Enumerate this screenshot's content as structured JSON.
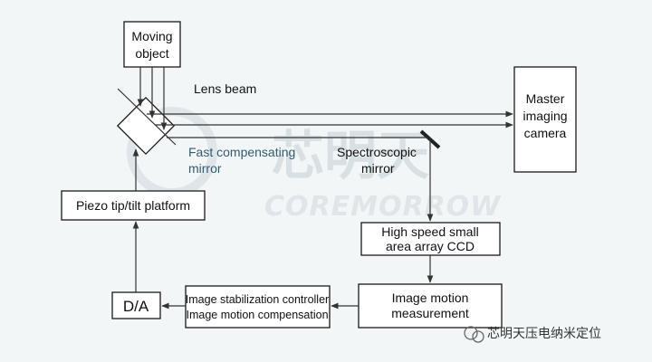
{
  "watermark": {
    "cn": "芯明天",
    "en": "COREMORROW",
    "footer": "芯明天压电纳米定位"
  },
  "nodes": {
    "moving_object": [
      "Moving",
      "object"
    ],
    "master_camera": [
      "Master",
      "imaging",
      "camera"
    ],
    "piezo_platform": "Piezo tip/tilt platform",
    "ccd": [
      "High speed small",
      "area array CCD"
    ],
    "motion_measure": [
      "Image motion",
      "measurement"
    ],
    "stab_controller": [
      "Image stabilization controller",
      "Image motion compensation"
    ],
    "da": "D/A"
  },
  "labels": {
    "lens_beam": "Lens beam",
    "fast_mirror": [
      "Fast compensating",
      "mirror"
    ],
    "spectro_mirror": [
      "Spectroscopic",
      "mirror"
    ]
  },
  "colors": {
    "line": "#333333",
    "teal_label": "#2f5d6e",
    "background": "#f3f6f7"
  }
}
